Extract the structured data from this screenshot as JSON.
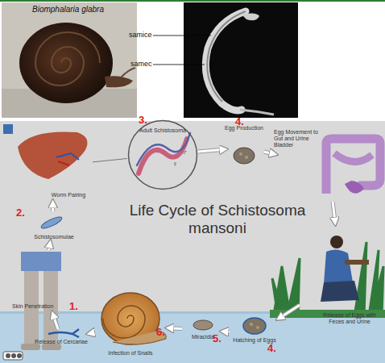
{
  "diagram": {
    "title": "Life Cycle of Schistosoma mansoni",
    "nodes": [
      {
        "text": [
          "Worm Pairing"
        ]
      },
      {
        "text": [
          "Adult Schistosoma"
        ]
      },
      {
        "text": [
          "Egg Production"
        ]
      },
      {
        "text": [
          "Egg Movement to Gut and Urine Bladder"
        ]
      },
      {
        "text": [
          "Schistosomulae"
        ]
      },
      {
        "text": [
          "Skin Penetration"
        ]
      },
      {
        "text": [
          "Release of Cercariae"
        ]
      },
      {
        "text": [
          "Release of Eggs with Feces and Urine"
        ]
      },
      {
        "text": [
          "Infection of Snails"
        ]
      },
      {
        "text": [
          "Miracidia"
        ]
      },
      {
        "text": [
          "Hatching of Eggs"
        ]
      }
    ],
    "edges": [
      {
        "from": 8,
        "to": 6,
        "arrow": "to"
      },
      {
        "from": 6,
        "to": 5,
        "arrow": "to"
      },
      {
        "from": 5,
        "to": 4,
        "arrow": "to"
      },
      {
        "from": 4,
        "to": 0,
        "arrow": "to"
      },
      {
        "from": 0,
        "to": 1,
        "arrow": "none"
      },
      {
        "from": 1,
        "to": 2,
        "arrow": "to"
      },
      {
        "from": 2,
        "to": 3,
        "arrow": "to"
      },
      {
        "from": 3,
        "to": 7,
        "arrow": "to"
      },
      {
        "from": 7,
        "to": 10,
        "arrow": "to"
      },
      {
        "from": 10,
        "to": 9,
        "arrow": "to"
      },
      {
        "from": 9,
        "to": 8,
        "arrow": "to"
      }
    ],
    "labels": [
      "Biomphalaria glabra",
      "samice",
      "samec",
      "3.",
      "♀",
      "♂",
      "4.",
      "2.",
      "1.",
      "6.",
      "5.",
      "4."
    ]
  }
}
